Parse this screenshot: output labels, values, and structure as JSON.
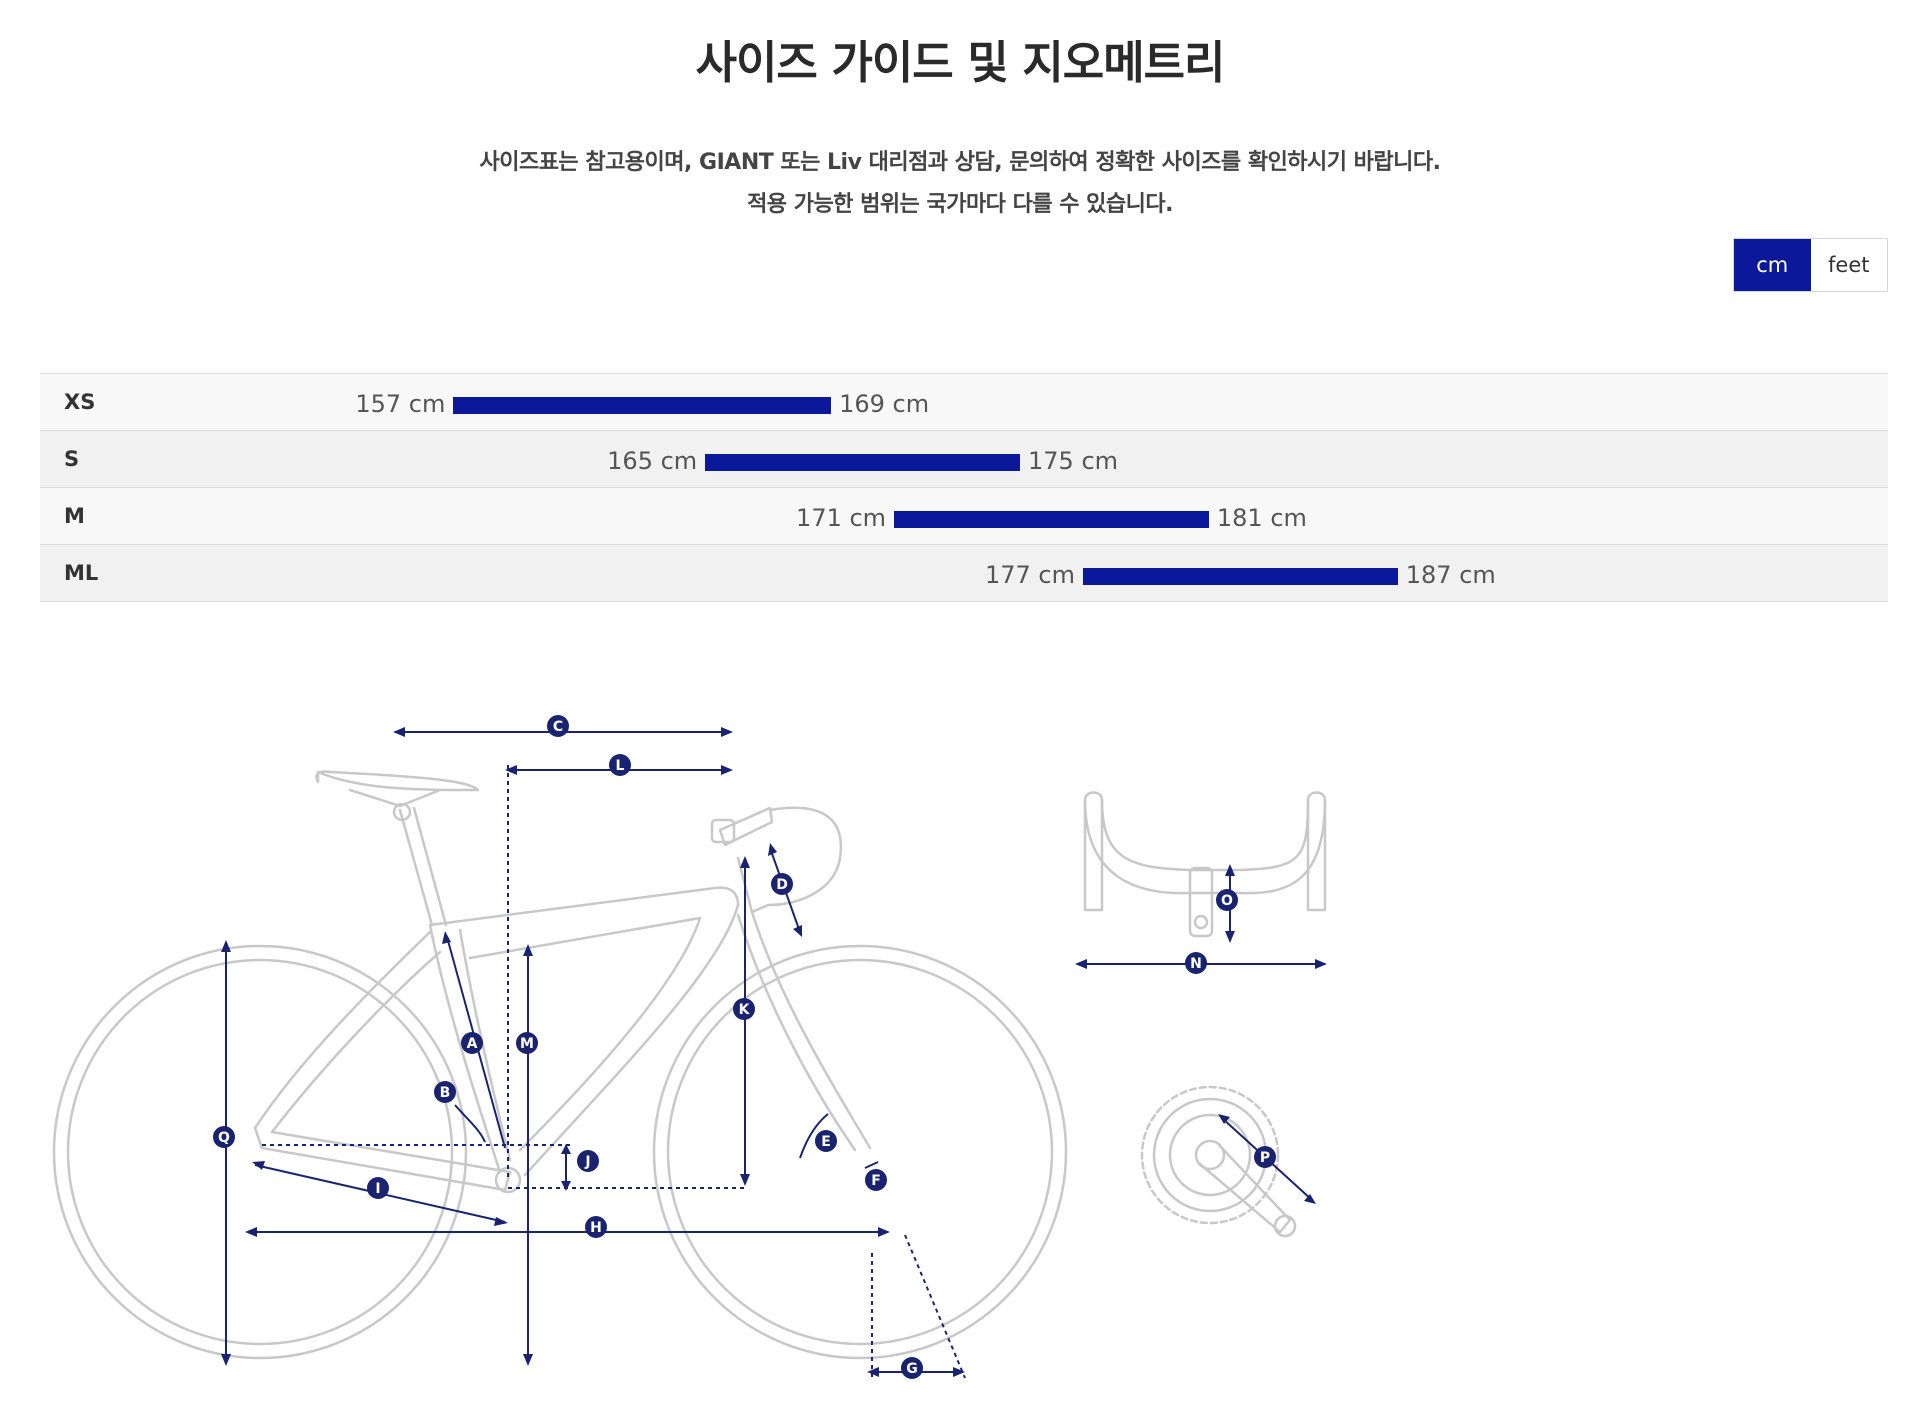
{
  "page": {
    "title": "사이즈 가이드 및 지오메트리",
    "notice_line1": "사이즈표는 참고용이며, GIANT 또는 Liv 대리점과 상담, 문의하여 정확한 사이즈를 확인하시기 바랍니다.",
    "notice_line2": "적용 가능한 범위는 국가마다 다를 수 있습니다."
  },
  "units": {
    "cm_label": "cm",
    "feet_label": "feet",
    "selected": "cm"
  },
  "size_chart": {
    "scale_min_cm": 148,
    "scale_max_cm": 202,
    "rows": [
      {
        "size": "XS",
        "min": 157,
        "max": 169,
        "min_label": "157 cm",
        "max_label": "169 cm"
      },
      {
        "size": "S",
        "min": 165,
        "max": 175,
        "min_label": "165 cm",
        "max_label": "175 cm"
      },
      {
        "size": "M",
        "min": 171,
        "max": 181,
        "min_label": "171 cm",
        "max_label": "181 cm"
      },
      {
        "size": "ML",
        "min": 177,
        "max": 187,
        "min_label": "177 cm",
        "max_label": "187 cm"
      }
    ],
    "bar_color": "#0a1899"
  },
  "geometry": {
    "markers": [
      "A",
      "B",
      "C",
      "D",
      "E",
      "F",
      "G",
      "H",
      "I",
      "J",
      "K",
      "L",
      "M",
      "N",
      "O",
      "P",
      "Q"
    ],
    "line_color": "#c8c8c8",
    "marker_color": "#1a2370"
  }
}
